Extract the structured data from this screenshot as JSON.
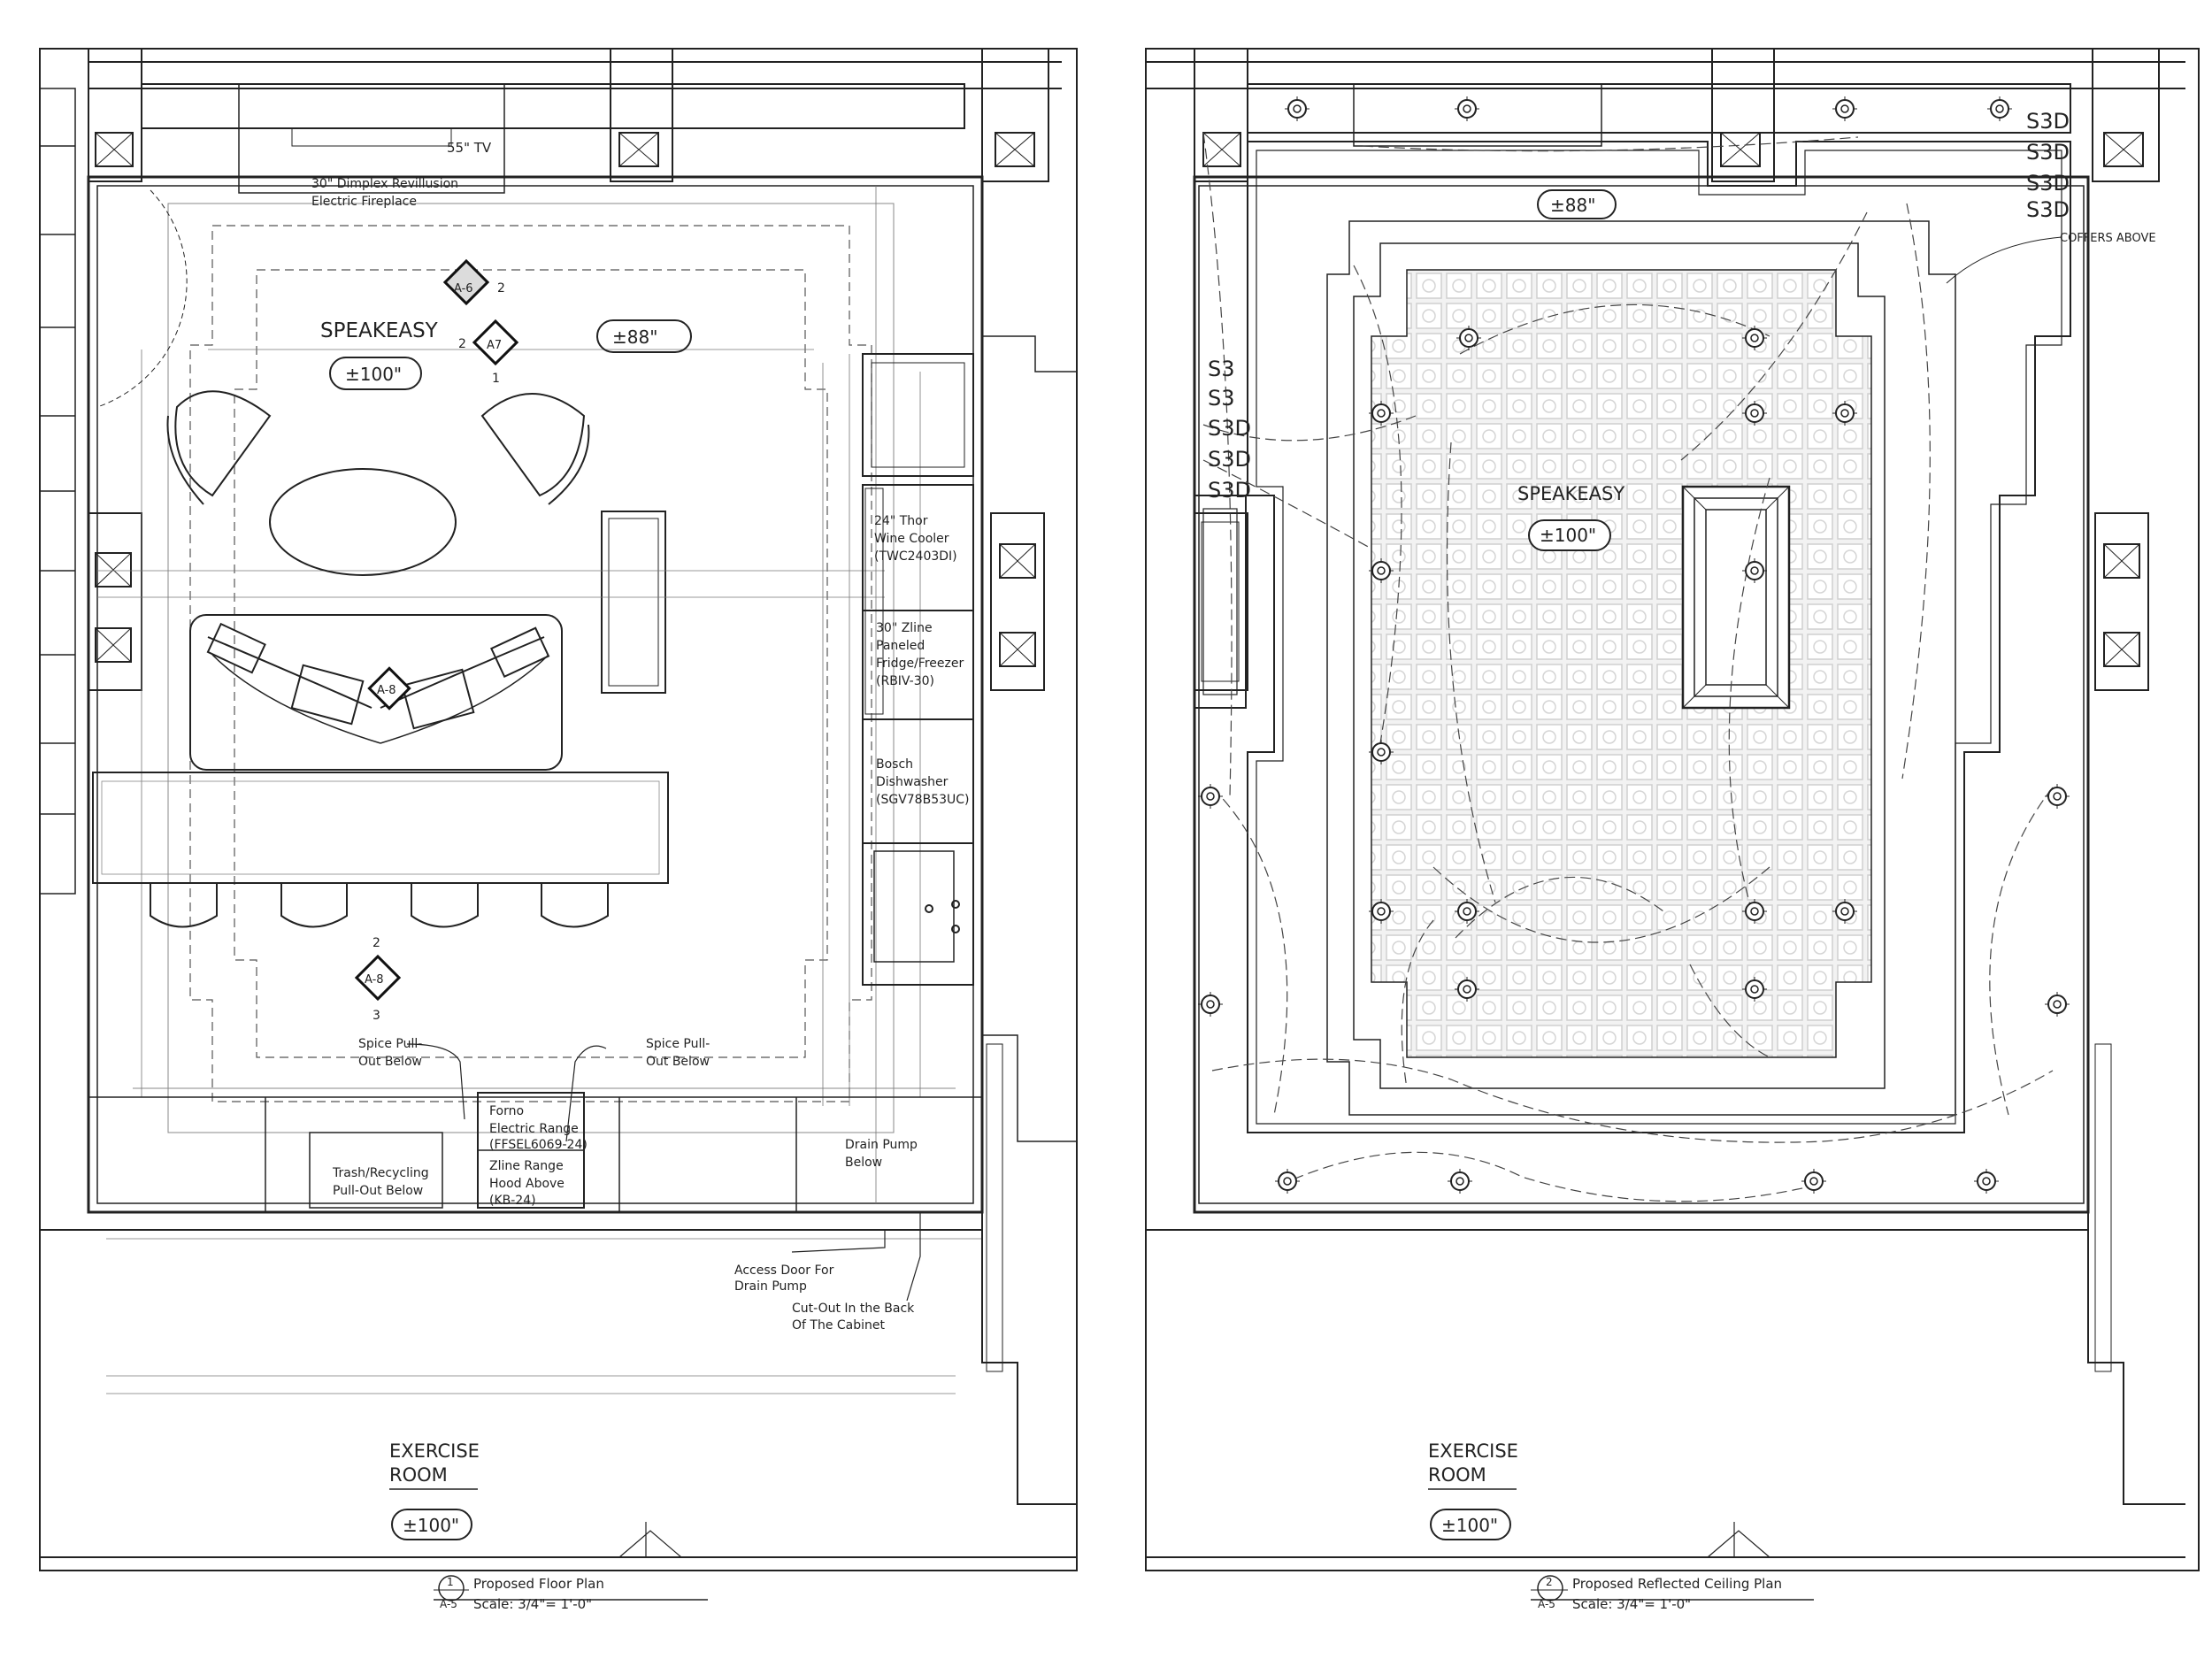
{
  "sheet": {
    "background": "#ffffff",
    "line_color": "#222222",
    "ceiling_grid_color": "#d9d9d9"
  },
  "floor_plan": {
    "room_name": "SPEAKEASY",
    "room_height": "±100\"",
    "soffit_height": "±88\"",
    "tv_label": "55\" TV",
    "fireplace_label_1": "30\" Dimplex Revillusion",
    "fireplace_label_2": "Electric Fireplace",
    "wine_cooler": [
      "24\" Thor",
      "Wine Cooler",
      "(TWC2403DI)"
    ],
    "fridge": [
      "30\" Zline",
      "Paneled",
      "Fridge/Freezer",
      "(RBIV-30)"
    ],
    "dishwasher": [
      "Bosch",
      "Dishwasher",
      "(SGV78B53UC)"
    ],
    "range": [
      "Forno",
      "Electric Range",
      "(FFSEL6069-24)"
    ],
    "hood": [
      "Zline Range",
      "Hood Above",
      "(KB-24)"
    ],
    "spice_left": [
      "Spice Pull-",
      "Out Below"
    ],
    "spice_right": [
      "Spice Pull-",
      "Out Below"
    ],
    "trash": [
      "Trash/Recycling",
      "Pull-Out Below"
    ],
    "drain_pump": [
      "Drain Pump",
      "Below"
    ],
    "access_door": [
      "Access Door For",
      "Drain Pump"
    ],
    "cutout": [
      "Cut-Out In the Back",
      "Of The Cabinet"
    ],
    "elevation_tags": [
      {
        "id": "A-6",
        "num": "2"
      },
      {
        "id": "A7",
        "num": "2"
      },
      {
        "id": "A-8",
        "num": ""
      },
      {
        "id": "A-8",
        "num": "2"
      }
    ],
    "elevation_tag_extra": "1",
    "elevation_tag_extra_2": "3",
    "exercise_room": [
      "EXERCISE",
      "ROOM"
    ],
    "exercise_height": "±100\"",
    "title_number": "1",
    "title_sheet": "A-5",
    "title_text": "Proposed Floor Plan",
    "title_scale": "Scale: 3/4\"= 1'-0\""
  },
  "ceiling_plan": {
    "room_name": "SPEAKEASY",
    "room_height": "±100\"",
    "soffit_height": "±88\"",
    "switches_top": [
      "S3D",
      "S3D",
      "S3D",
      "S3D"
    ],
    "switches_left": [
      "S3",
      "S3",
      "S3D",
      "S3D",
      "S3D"
    ],
    "coffers_label": "COFFERS ABOVE",
    "exercise_room": [
      "EXERCISE",
      "ROOM"
    ],
    "exercise_height": "±100\"",
    "title_number": "2",
    "title_sheet": "A-5",
    "title_text": "Proposed Reflected Ceiling Plan",
    "title_scale": "Scale: 3/4\"= 1'-0\""
  }
}
